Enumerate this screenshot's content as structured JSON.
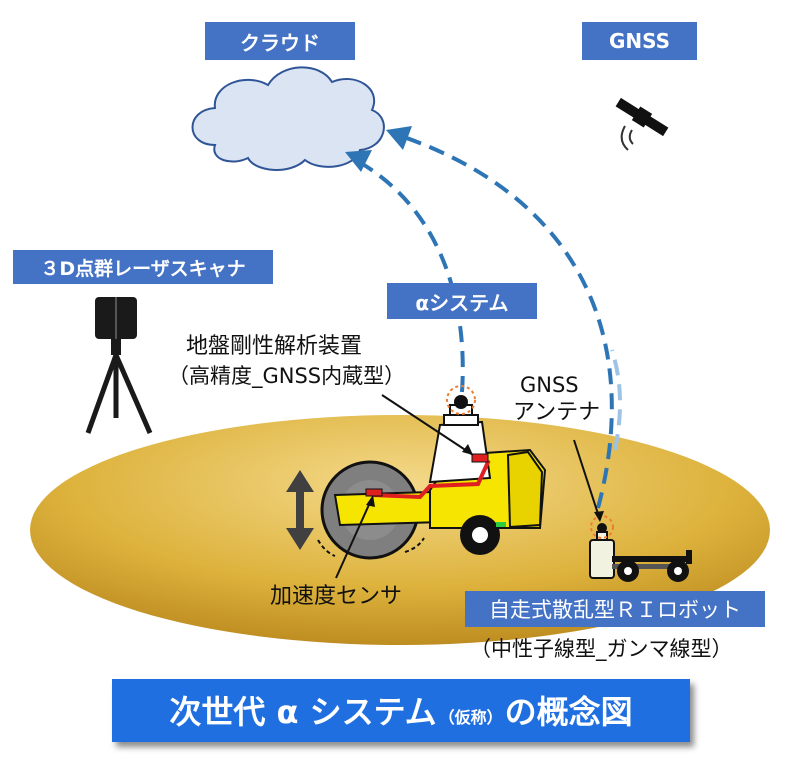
{
  "labels": {
    "cloud": "クラウド",
    "gnss": "GNSS",
    "scanner": "３D点群レーザスキャナ",
    "alpha_system": "αシステム",
    "analyzer_line1": "地盤剛性解析装置",
    "analyzer_line2": "（高精度_GNSS内蔵型）",
    "antenna_line1": "GNSS",
    "antenna_line2": "アンテナ",
    "accel": "加速度センサ",
    "ri_robot": "自走式散乱型ＲＩロボット",
    "ri_robot_sub": "（中性子線型_ガンマ線型）"
  },
  "title": {
    "part1": "次世代 α システム",
    "part2": "（仮称）",
    "part3": "の概念図"
  },
  "colors": {
    "tag_bg": "#4472c4",
    "banner_bg": "#1f6fe0",
    "ground": "#d9aa28",
    "cloud": "#dbe4f3",
    "arrow": "#2e75b6",
    "arrow_light": "#9dc3e6",
    "roller_body": "#f5e500",
    "sensor_red": "#e02020"
  }
}
